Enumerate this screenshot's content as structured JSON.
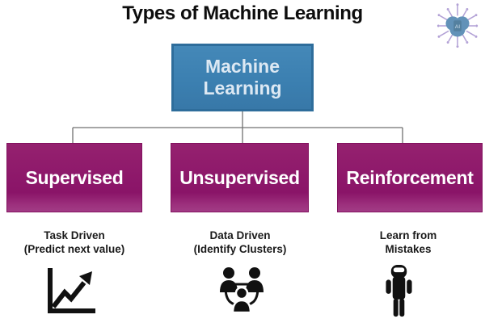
{
  "page": {
    "title": "Types of Machine Learning",
    "background_color": "#ffffff"
  },
  "logo": {
    "label": "AI",
    "core_color": "#6292b8",
    "chip_color": "#54809f",
    "trace_color": "#b3a2d6"
  },
  "diagram": {
    "connector_color": "#707070",
    "root": {
      "label": "Machine Learning",
      "line1": "Machine",
      "line2": "Learning",
      "fill_color": "#3b7fb0",
      "border_color": "#2e6d9b",
      "text_color": "#dce8f3"
    },
    "branch_fill_color": "#8e1a70",
    "branch_text_color": "#ffffff",
    "branches": [
      {
        "label": "Supervised",
        "caption_line1": "Task Driven",
        "caption_line2": "(Predict next value)",
        "icon": "trend-chart-icon"
      },
      {
        "label": "Unsupervised",
        "caption_line1": "Data Driven",
        "caption_line2": "(Identify Clusters)",
        "icon": "people-cluster-icon"
      },
      {
        "label": "Reinforcement",
        "caption_line1": "Learn from",
        "caption_line2": "Mistakes",
        "icon": "robot-icon"
      }
    ]
  }
}
